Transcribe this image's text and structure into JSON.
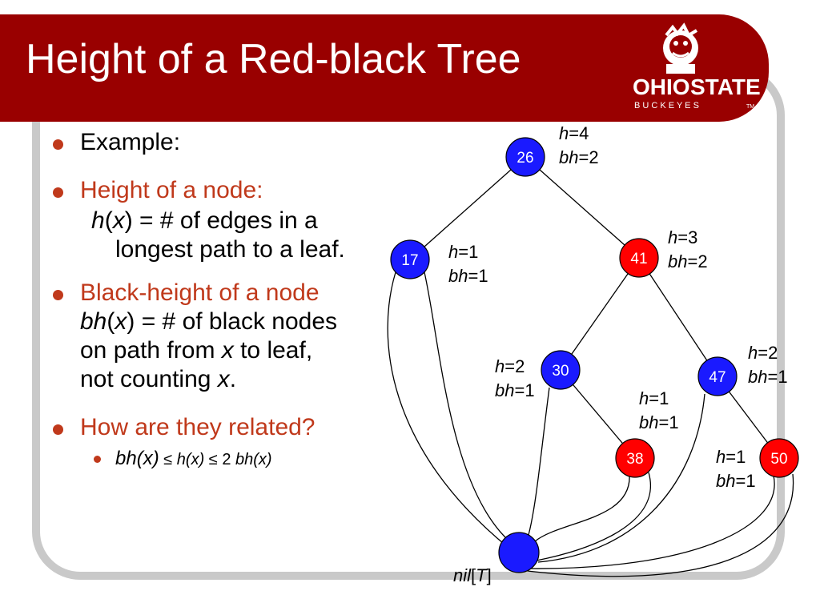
{
  "title": "Height of a Red-black Tree",
  "logo": {
    "word1": "OHIO",
    "word2": "STATE",
    "subtitle": "B U C K E Y E S",
    "tm": "TM"
  },
  "colors": {
    "title_bar": "#990000",
    "red_text": "#c0391b",
    "red_node": "#ff0000",
    "black_node": "#1a1aff",
    "frame": "#c9c9c9"
  },
  "bullets": {
    "example": "Example:",
    "height_heading": "Height of a node:",
    "height_def_a": "h",
    "height_def_b": "(",
    "height_def_c": "x",
    "height_def_d": ") = # of edges in a longest path to a leaf.",
    "bh_heading": "Black-height of a node",
    "bh_def_a": "bh",
    "bh_def_b": "(",
    "bh_def_c": "x",
    "bh_def_d": ") = # of black nodes on path from ",
    "bh_def_e": "x",
    "bh_def_f": " to leaf, not counting ",
    "bh_def_g": "x",
    "bh_def_h": ".",
    "related_heading": "How are they related?",
    "relation_a": "bh(x)",
    "relation_b": " ≤ ",
    "relation_c": "h(x)",
    "relation_d": " ≤ 2 ",
    "relation_e": "bh(x)"
  },
  "tree": {
    "nodes": [
      {
        "key": "26",
        "color": "black",
        "h": "4",
        "bh": "2"
      },
      {
        "key": "17",
        "color": "black",
        "h": "1",
        "bh": "1"
      },
      {
        "key": "41",
        "color": "red",
        "h": "3",
        "bh": "2"
      },
      {
        "key": "30",
        "color": "black",
        "h": "2",
        "bh": "1"
      },
      {
        "key": "47",
        "color": "black",
        "h": "2",
        "bh": "1"
      },
      {
        "key": "38",
        "color": "red",
        "h": "1",
        "bh": "1"
      },
      {
        "key": "50",
        "color": "red",
        "h": "1",
        "bh": "1"
      }
    ],
    "edges": [
      [
        "26",
        "17"
      ],
      [
        "26",
        "41"
      ],
      [
        "41",
        "30"
      ],
      [
        "41",
        "47"
      ],
      [
        "30",
        "38"
      ],
      [
        "47",
        "50"
      ]
    ],
    "nil_label_a": "nil",
    "nil_label_b": "[",
    "nil_label_c": "T",
    "nil_label_d": "]",
    "h_prefix": "h",
    "bh_prefix": "bh",
    "eq": "="
  }
}
